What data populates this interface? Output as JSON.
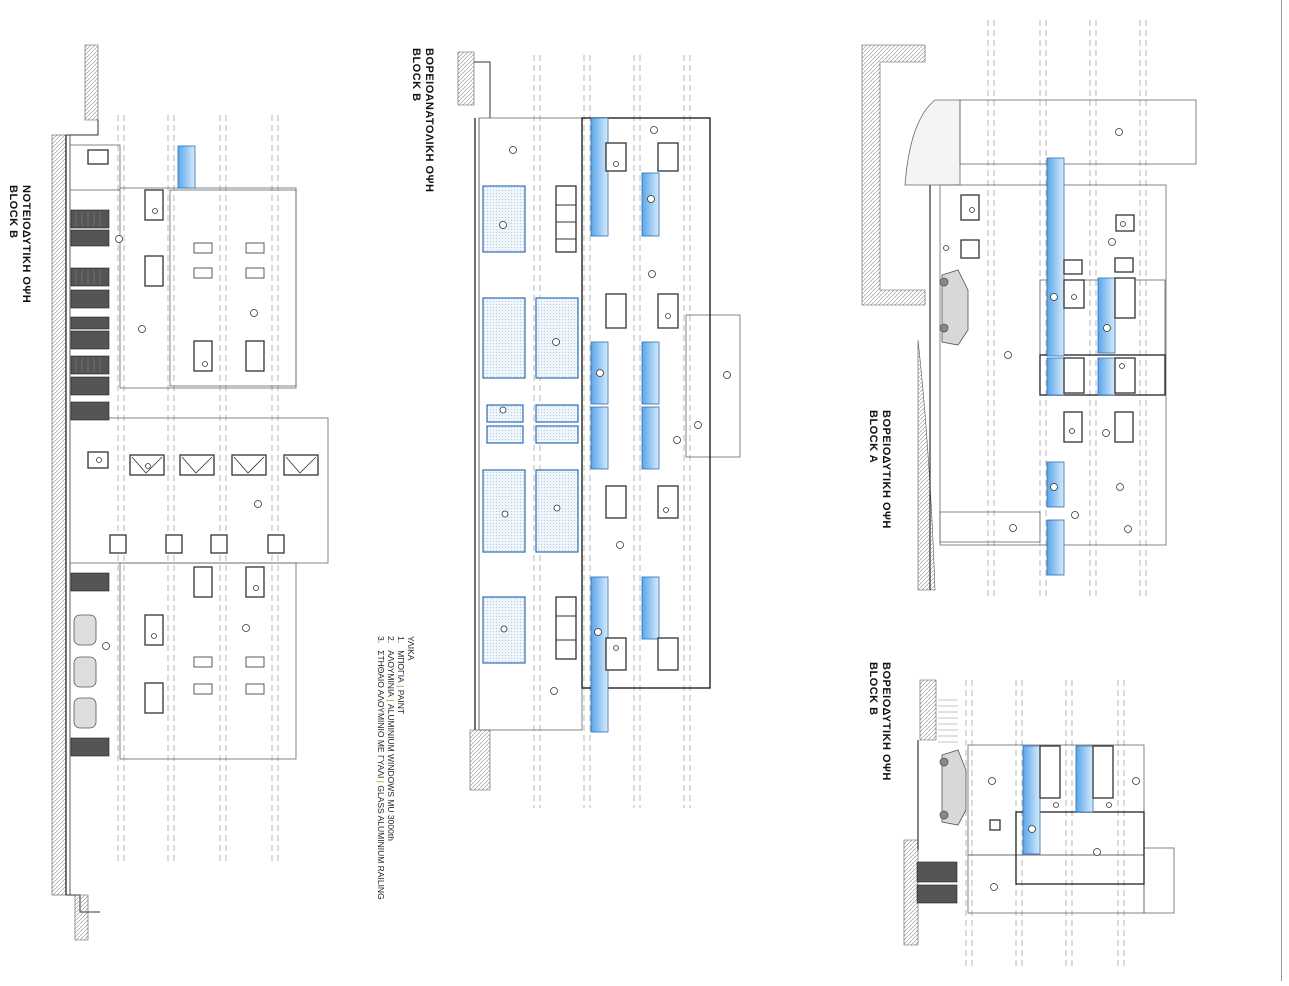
{
  "titles": {
    "block_b_sw": {
      "line1": "ΝΟΤΕΙΟΔΥΤΙΚΗ ΟΨΗ",
      "line2": "BLOCK B"
    },
    "block_b_ne": {
      "line1": "ΒΟΡΕΙΟΑΝΑΤΟΛΙΚΗ ΟΨΗ",
      "line2": "BLOCK B"
    },
    "block_a_nw": {
      "line1": "ΒΟΡΕΙΟΔΥΤΙΚΗ ΟΨΗ",
      "line2": "BLOCK A"
    },
    "block_b_nw": {
      "line1": "ΒΟΡΕΙΟΔΥΤΙΚΗ ΟΨΗ",
      "line2": "BLOCK B"
    }
  },
  "legend": {
    "heading": "ΥΛΙΚΑ",
    "items": [
      {
        "num": "1.",
        "greek": "ΜΠΟΓΙΑ",
        "english": "PAINT"
      },
      {
        "num": "2.",
        "greek": "ΑΛΟΥΜΙΝΙΑ",
        "english": "ALUMINIUM WINDOWS MU 3000th"
      },
      {
        "num": "3.",
        "greek": "ΣΤΗΘΑΙΟ ΑΛΟΥΜΙΝΙΟ ΜΕ ΓΥΑΛΙ",
        "english": "GLASS ALUMINIUM RAILING"
      }
    ]
  },
  "colors": {
    "line": "#333333",
    "light_line": "#aaaaaa",
    "glass": "#7fb9ec",
    "glass_light": "#cfe6fa",
    "blue_outline": "#2e6fb3",
    "hatch": "#8a8a8a"
  }
}
